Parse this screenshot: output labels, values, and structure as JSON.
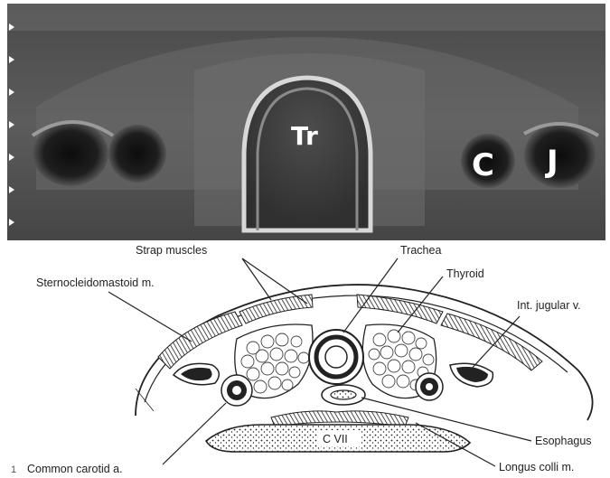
{
  "ultrasound": {
    "labels": {
      "trachea_abbrev": "Tr",
      "carotid_abbrev": "C",
      "jugular_abbrev": "J"
    }
  },
  "diagram": {
    "labels": {
      "strap_muscles": "Strap muscles",
      "trachea": "Trachea",
      "thyroid": "Thyroid",
      "sternocleidomastoid": "Sternocleidomastoid m.",
      "int_jugular": "Int. jugular v.",
      "esophagus": "Esophagus",
      "longus_colli": "Longus colli m.",
      "common_carotid": "Common carotid a.",
      "vertebra": "C VII"
    },
    "panel_letter": "1"
  },
  "colors": {
    "ultrasound_bg": "#3a3a3a",
    "line_art": "#222222"
  }
}
